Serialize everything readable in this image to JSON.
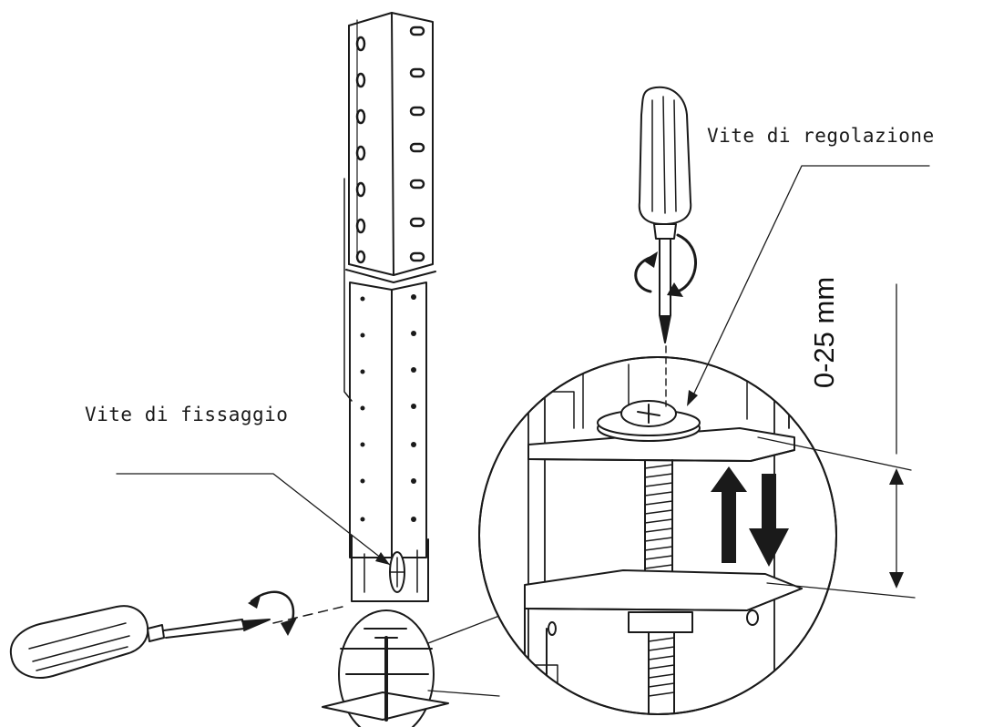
{
  "labels": {
    "fixing_screw": "Vite di fissaggio",
    "adjusting_screw": "Vite di regolazione",
    "adjust_range": "0-25 mm"
  },
  "colors": {
    "line": "#1a1a1a",
    "fill": "#ffffff",
    "shade": "#e6e6e6"
  },
  "icons": [
    "screwdriver-icon",
    "rotation-arrow-icon",
    "up-down-arrow-icon"
  ]
}
